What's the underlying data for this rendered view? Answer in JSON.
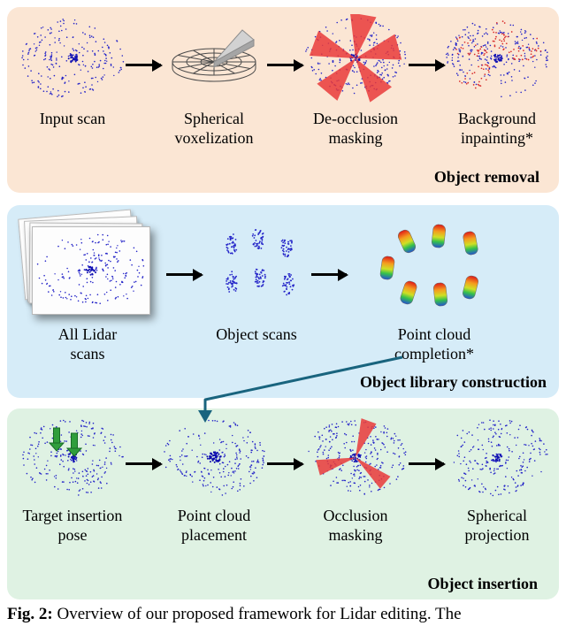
{
  "panels": {
    "removal": {
      "title": "Object removal",
      "steps": [
        {
          "label": "Input scan"
        },
        {
          "label": "Spherical voxelization"
        },
        {
          "label": "De-occlusion masking"
        },
        {
          "label": "Background inpainting*"
        }
      ]
    },
    "library": {
      "title": "Object library construction",
      "steps": [
        {
          "label": "All Lidar scans"
        },
        {
          "label": "Object scans"
        },
        {
          "label": "Point cloud completion*"
        }
      ]
    },
    "insertion": {
      "title": "Object insertion",
      "steps": [
        {
          "label": "Target insertion pose"
        },
        {
          "label": "Point cloud placement"
        },
        {
          "label": "Occlusion masking"
        },
        {
          "label": "Spherical projection"
        }
      ]
    }
  },
  "caption": {
    "label": "Fig. 2:",
    "text": "Overview of our proposed framework for Lidar editing. The"
  },
  "colors": {
    "removal_bg": "#fbe6d4",
    "library_bg": "#d6ecf8",
    "insertion_bg": "#dff2e3",
    "point_blue": "#2424c8",
    "object_blue": "#1212b2",
    "mask_red": "rgba(233,58,58,0.85)",
    "inpaint_red": "#d92b2b",
    "insert_green": "#2f9e3c",
    "insert_green_dark": "#176b25",
    "connector": "#19647e"
  }
}
